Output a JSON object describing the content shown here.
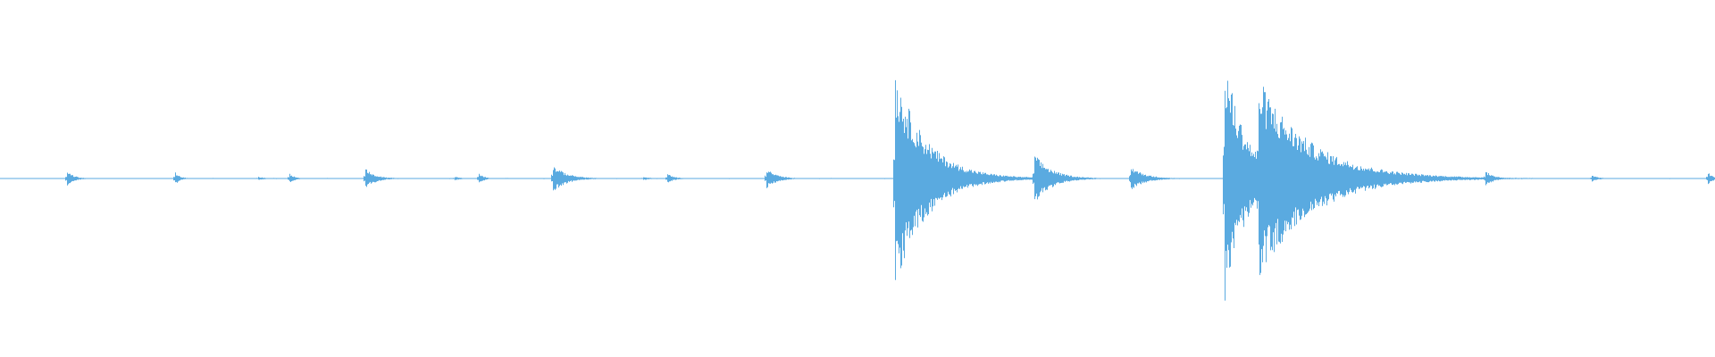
{
  "waveform": {
    "color": "#5aaae0",
    "background": "#ffffff",
    "amplitude_range": [
      -1,
      1
    ],
    "transients": [
      {
        "t": 0.0392,
        "peak": 0.06,
        "decay": 0.004
      },
      {
        "t": 0.102,
        "peak": 0.05,
        "decay": 0.003
      },
      {
        "t": 0.1505,
        "peak": 0.015,
        "decay": 0.004
      },
      {
        "t": 0.1685,
        "peak": 0.04,
        "decay": 0.003
      },
      {
        "t": 0.213,
        "peak": 0.08,
        "decay": 0.006
      },
      {
        "t": 0.265,
        "peak": 0.015,
        "decay": 0.004
      },
      {
        "t": 0.2793,
        "peak": 0.045,
        "decay": 0.003
      },
      {
        "t": 0.3226,
        "peak": 0.11,
        "decay": 0.008
      },
      {
        "t": 0.375,
        "peak": 0.015,
        "decay": 0.004
      },
      {
        "t": 0.389,
        "peak": 0.04,
        "decay": 0.004
      },
      {
        "t": 0.447,
        "peak": 0.08,
        "decay": 0.006
      },
      {
        "t": 0.5217,
        "peak": 0.88,
        "decay": 0.018
      },
      {
        "t": 0.6033,
        "peak": 0.2,
        "decay": 0.01
      },
      {
        "t": 0.6595,
        "peak": 0.1,
        "decay": 0.008
      },
      {
        "t": 0.714,
        "peak": 1.0,
        "decay": 0.012
      },
      {
        "t": 0.734,
        "peak": 0.82,
        "decay": 0.03
      },
      {
        "t": 0.866,
        "peak": 0.06,
        "decay": 0.005
      },
      {
        "t": 0.928,
        "peak": 0.025,
        "decay": 0.004
      },
      {
        "t": 0.996,
        "peak": 0.05,
        "decay": 0.003
      }
    ]
  }
}
